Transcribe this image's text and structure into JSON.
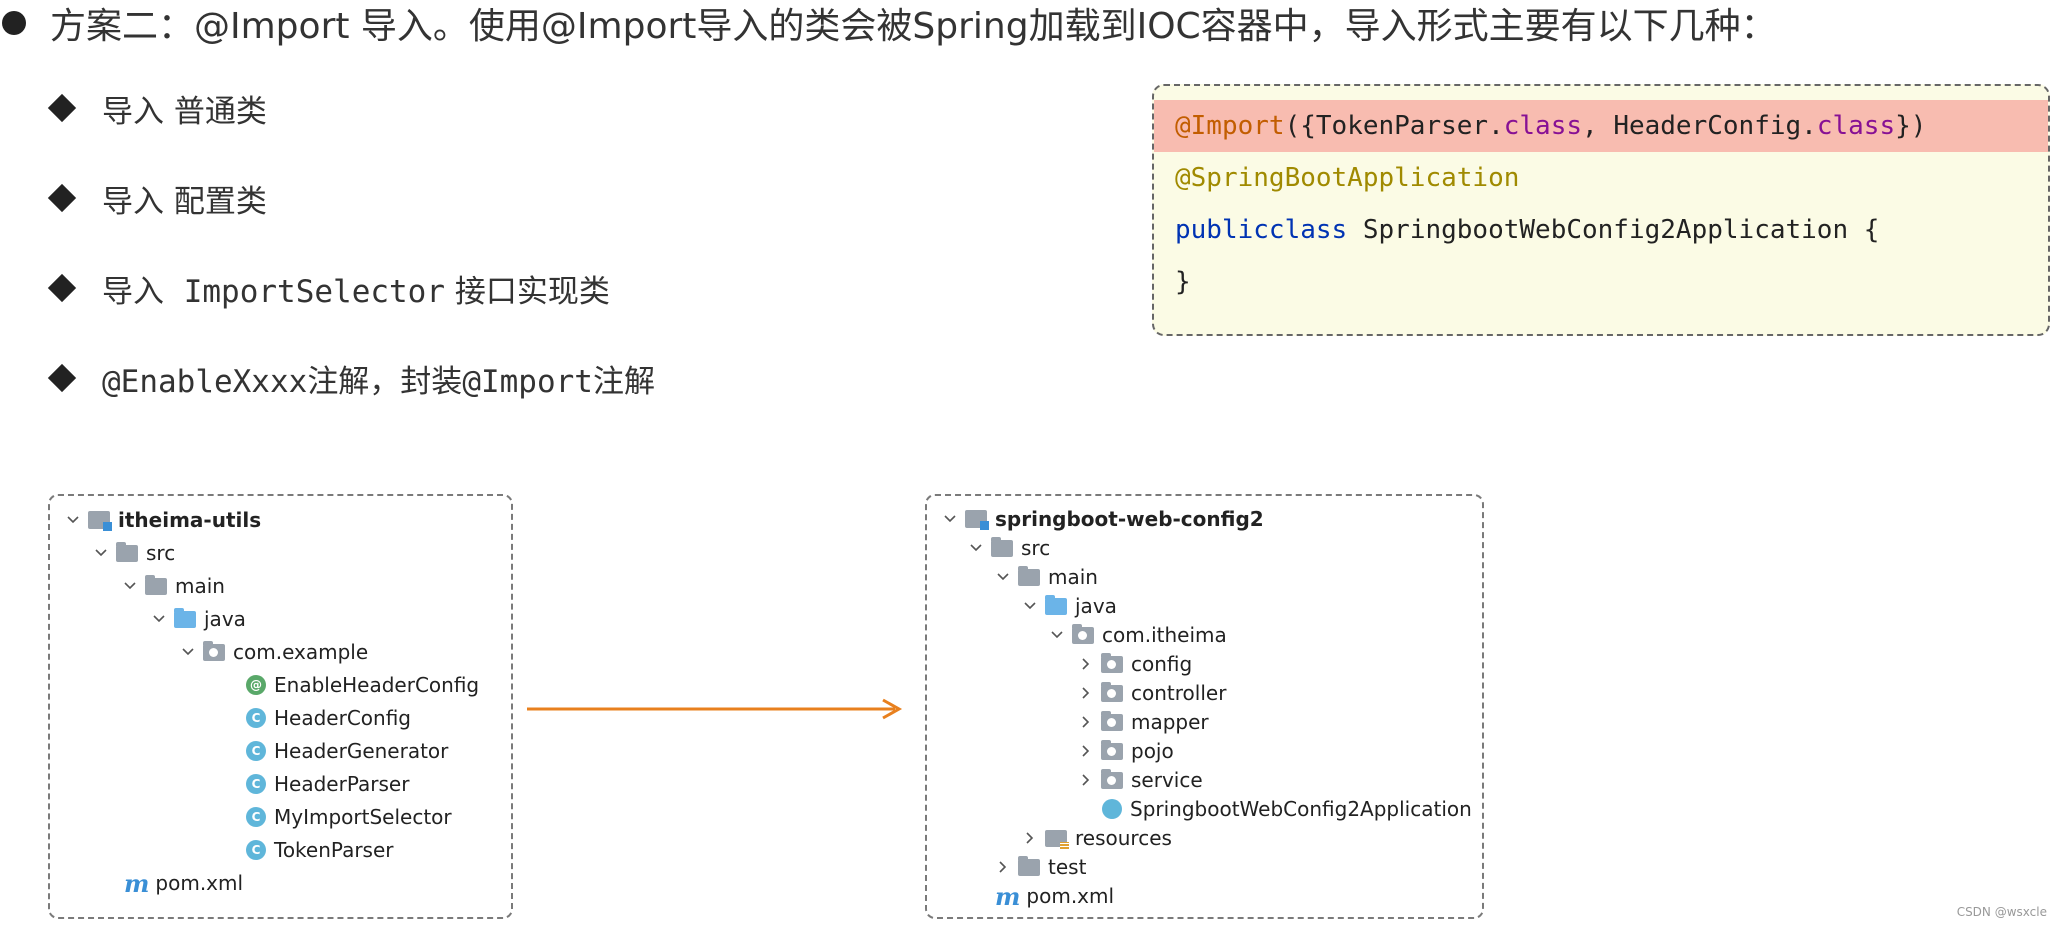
{
  "headline": "方案二：@Import 导入。使用@Import导入的类会被Spring加载到IOC容器中，导入形式主要有以下几种：",
  "items": [
    {
      "prefix": "导入  普通类"
    },
    {
      "prefix": "导入  配置类"
    },
    {
      "prefix": "导入  ",
      "mono": "ImportSelector",
      "suffix": " 接口实现类"
    },
    {
      "mono": "@EnableXxxx",
      "suffix": "注解，封装",
      "mono2": "@Import",
      "suffix2": "注解"
    }
  ],
  "code": {
    "line1": {
      "annotation": "@Import",
      "open": "({TokenParser.",
      "kw1": "class",
      "mid": ", HeaderConfig.",
      "kw2": "class",
      "close": "})"
    },
    "line2": "@SpringBootApplication",
    "line3": {
      "kw1": "public",
      "kw2": "class",
      "rest": " SpringbootWebConfig2Application {"
    },
    "line4": "}"
  },
  "left_tree": {
    "root": "itheima-utils",
    "src": "src",
    "main": "main",
    "java": "java",
    "pkg": "com.example",
    "files": [
      "EnableHeaderConfig",
      "HeaderConfig",
      "HeaderGenerator",
      "HeaderParser",
      "MyImportSelector",
      "TokenParser"
    ],
    "pom": "pom.xml",
    "icon_annotation": "@",
    "icon_class": "C",
    "icon_maven": "m"
  },
  "right_tree": {
    "root": "springboot-web-config2",
    "src": "src",
    "main": "main",
    "java": "java",
    "pkg": "com.itheima",
    "subpkgs": [
      "config",
      "controller",
      "mapper",
      "pojo",
      "service"
    ],
    "app": "SpringbootWebConfig2Application",
    "resources": "resources",
    "test": "test",
    "pom": "pom.xml",
    "icon_maven": "m"
  },
  "watermark": "CSDN @wsxcle",
  "colors": {
    "arrow": "#e8801e",
    "highlight": "#f8bcb0",
    "code_bg": "#fbfbe5"
  }
}
